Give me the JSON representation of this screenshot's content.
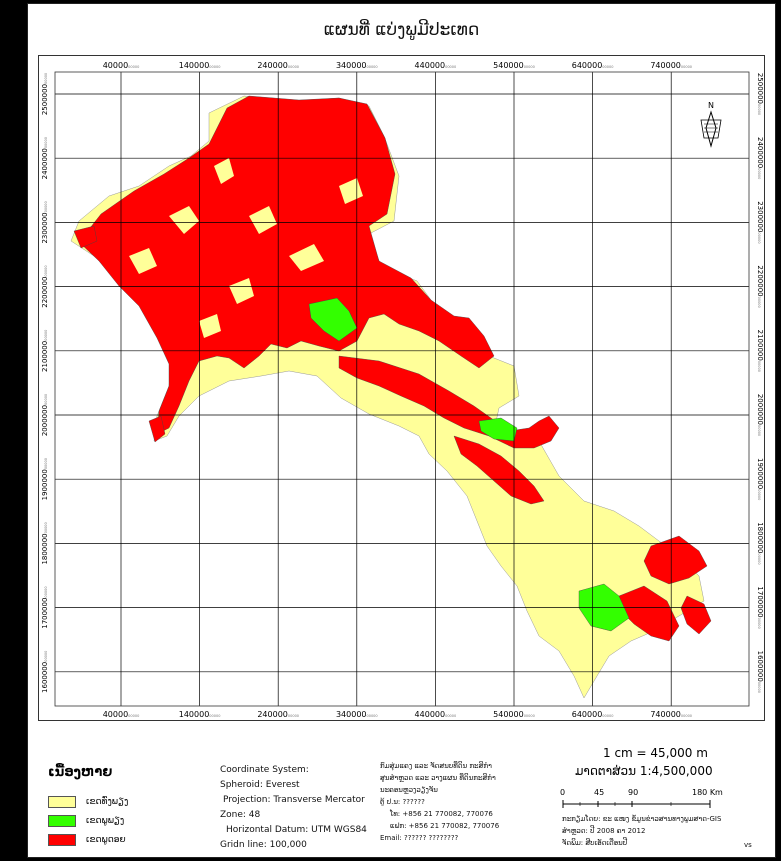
{
  "title": "ແຜນທີ່ ແບ່ງພູມີປະເທດ",
  "colors": {
    "plain": "#ffff99",
    "hills": "#33ff00",
    "mountains": "#ff0000",
    "grid": "#000000"
  },
  "grid": {
    "x_labels": [
      "40000",
      "140000",
      "240000",
      "340000",
      "440000",
      "540000",
      "640000",
      "740000"
    ],
    "y_labels": [
      "2500000",
      "2400000",
      "2300000",
      "2200000",
      "2100000",
      "2000000",
      "1900000",
      "1800000",
      "1700000",
      "1600000"
    ],
    "label_suffix": "00000"
  },
  "north": "N",
  "legend": {
    "title": "ເນື້ອງຫາຍ",
    "items": [
      {
        "label": "ເຂດທົ່ງພຽງ",
        "color": "#ffff99"
      },
      {
        "label": "ເຂດພູພຽງ",
        "color": "#33ff00"
      },
      {
        "label": "ເຂດພູດອຍ",
        "color": "#ff0000"
      }
    ]
  },
  "coords": {
    "system": "Coordinate System:",
    "spheroid": "Spheroid: Everest",
    "projection": "Projection: Transverse Mercator",
    "zone": "Zone: 48",
    "datum": "Horizontal Datum: UTM WGS84",
    "gridline": "Gridn line:   100,000"
  },
  "contact": {
    "l1": "ກົມສຸ່ມແຄງ ແລະ ຈັດສນບທີ່ດິນ ກະສິກຳ",
    "l2": "ສູນສຳຫຼວດ ແລະ ວາງແຜນ ທີ່ດິນກະສິກຳ",
    "l3": "ນະຄອນຫຼວງວຽງຈັນ",
    "l4": "ຕູ້ ປ.ນ: ??????",
    "l5": "ໂທ: +856 21 770082, 770076",
    "l6": "ແຟກ: +856 21 770082, 770076",
    "l7": "Email: ?????? ????????"
  },
  "scale": {
    "ratio_text": "1 cm = 45,000 m",
    "scale_text": "ມາດຕາສ່ວນ  1:4,500,000",
    "bar_labels": [
      "0",
      "45",
      "90",
      "180 Km"
    ]
  },
  "credits": {
    "l1": "ກະກຽມໂດຍ: ຂະ ແໜງ ຂໍ້ມູນຂ່າວສານທາງພູມສາດ-GIS",
    "l2": "ສຳຫຼວດ: ປີ 2008 ຄາ 2012",
    "l3": "ຈັດພິມ: ສີບເອັດເດືອນປີ",
    "vs": "vs"
  }
}
